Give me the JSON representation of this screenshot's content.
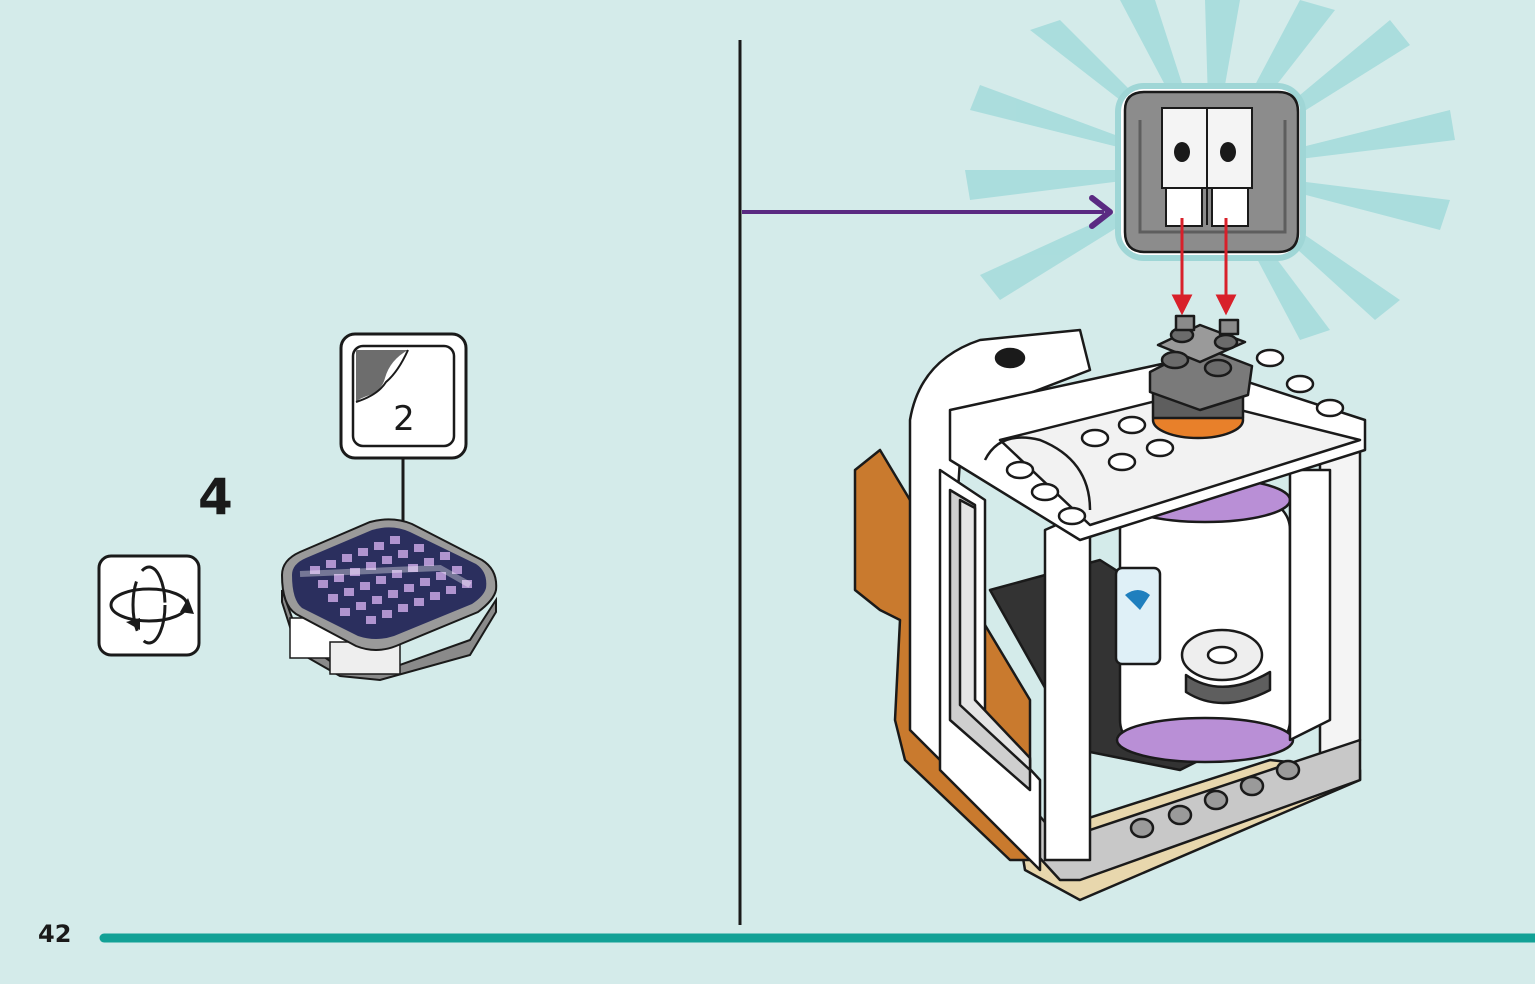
{
  "step": {
    "number": "4"
  },
  "page": {
    "number": "42"
  },
  "sticker": {
    "number": "2"
  },
  "icons": {
    "rotate": "rotate-model-icon",
    "sticker": "sticker-sheet-icon"
  },
  "colors": {
    "background": "#d4ebea",
    "progress_bar": "#12a196",
    "arrow_purple": "#5a2a82",
    "arrow_red": "#d8202a",
    "burst": "#a6dcdc"
  }
}
